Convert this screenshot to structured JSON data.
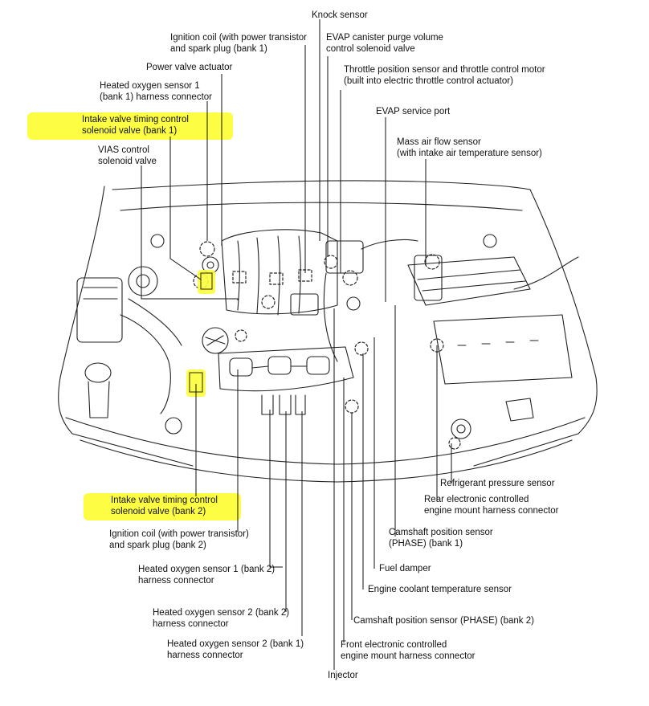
{
  "diagram": {
    "highlight_color": "#fdfd3a",
    "labels": {
      "knock_sensor": [
        "Knock sensor"
      ],
      "ignition_coil_bank1": [
        "Ignition coil (with power transistor",
        "and spark plug (bank 1)"
      ],
      "evap_purge": [
        "EVAP canister purge volume",
        "control solenoid valve"
      ],
      "power_valve_actuator": [
        "Power valve actuator"
      ],
      "throttle_position": [
        "Throttle position sensor and throttle control motor",
        "(built into electric throttle control actuator)"
      ],
      "ho2s1_bank1": [
        "Heated oxygen sensor 1",
        "(bank 1) harness connector"
      ],
      "ivtc_bank1": [
        "Intake valve timing control",
        "solenoid valve (bank 1)"
      ],
      "evap_service_port": [
        "EVAP service port"
      ],
      "vias": [
        "VIAS control",
        "solenoid valve"
      ],
      "maf": [
        "Mass air flow sensor",
        "(with intake air temperature sensor)"
      ],
      "refrigerant": [
        "Refrigerant pressure sensor"
      ],
      "rear_mount": [
        "Rear electronic controlled",
        "engine mount harness connector"
      ],
      "ivtc_bank2": [
        "Intake valve timing control",
        "solenoid valve (bank 2)"
      ],
      "ignition_coil_bank2": [
        "Ignition coil (with power transistor)",
        "and spark plug (bank 2)"
      ],
      "camshaft_bank1": [
        "Camshaft position sensor",
        "(PHASE) (bank 1)"
      ],
      "ho2s1_bank2": [
        "Heated oxygen sensor 1 (bank 2)",
        "harness connector"
      ],
      "fuel_damper": [
        "Fuel damper"
      ],
      "coolant_temp": [
        "Engine coolant temperature sensor"
      ],
      "ho2s2_bank2": [
        "Heated oxygen sensor 2 (bank 2)",
        "harness connector"
      ],
      "camshaft_bank2": [
        "Camshaft position sensor (PHASE) (bank 2)"
      ],
      "ho2s2_bank1": [
        "Heated oxygen sensor 2 (bank 1)",
        "harness connector"
      ],
      "front_mount": [
        "Front electronic controlled",
        "engine mount harness connector"
      ],
      "injector": [
        "Injector"
      ]
    }
  }
}
